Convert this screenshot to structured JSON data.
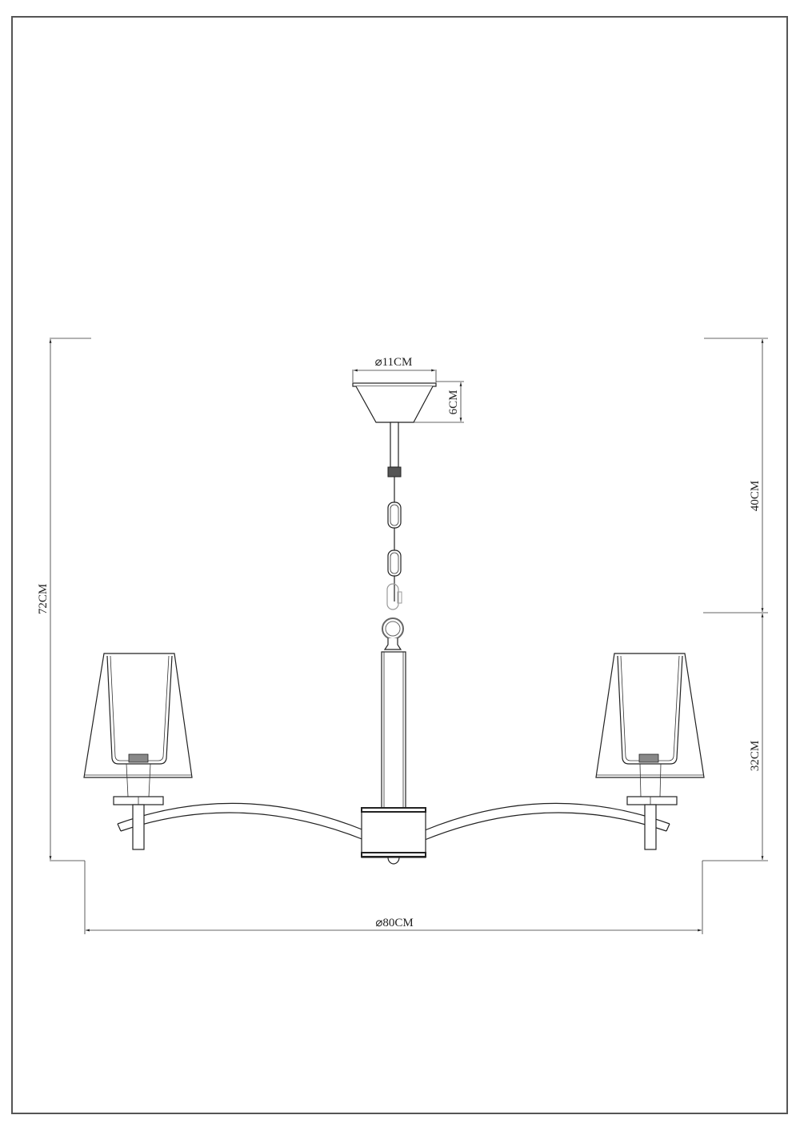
{
  "drawing": {
    "subject": "Five-arm chandelier dimension drawing (front elevation)",
    "colors": {
      "line": "#222222",
      "background": "#ffffff",
      "frame": "#555555"
    }
  },
  "dimensions": {
    "canopy_diameter": "⌀11CM",
    "canopy_height": "6CM",
    "chain_length": "40CM",
    "body_height": "32CM",
    "total_height": "72CM",
    "overall_diameter": "⌀80CM"
  }
}
